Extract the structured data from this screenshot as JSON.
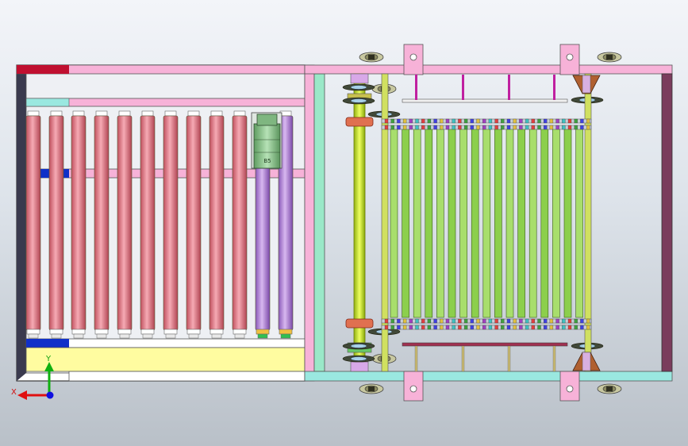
{
  "view": {
    "background_top": "#f3f5f9",
    "background_bottom": "#b9c0c8"
  },
  "triad": {
    "x_label": "X",
    "y_label": "Y",
    "x_color": "#e01010",
    "y_color": "#10b010",
    "z_color": "#1010e0"
  },
  "parts": {
    "frame_rail_color": "#f7b2d8",
    "roller_pink_color": "#e8828e",
    "roller_purple_color": "#b488d8",
    "motor_color": "#8fc690",
    "shaft_color": "#c8e628",
    "slat_color": "#9ad65a",
    "base_color": "#fffca0",
    "bracket_color": "#f7b2d8",
    "cyan_rail_color": "#9ae8e0",
    "dark_post_color": "#7a3c5c",
    "blue_block_color": "#1030c8",
    "red_block_color": "#c01030"
  },
  "motor_label": "B5"
}
